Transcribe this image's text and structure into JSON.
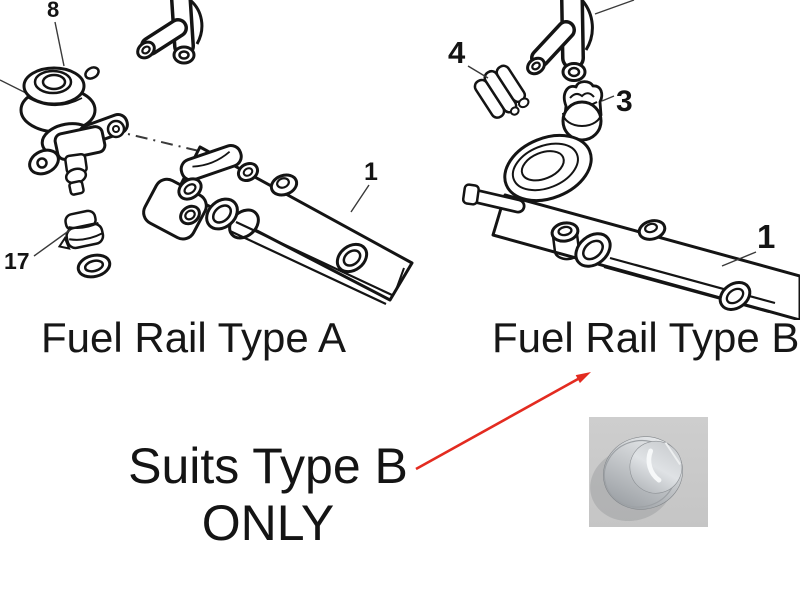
{
  "page": {
    "background": "#ffffff"
  },
  "diagrams": {
    "type_a": {
      "caption": "Fuel Rail Type A",
      "labels": {
        "regulator": "8",
        "hose_clamp": "17",
        "rail": "1"
      }
    },
    "type_b": {
      "caption": "Fuel Rail Type B",
      "labels": {
        "clamp": "4",
        "cap": "3",
        "rail": "1"
      }
    }
  },
  "annotation": {
    "line1": "Suits Type B",
    "line2": "ONLY",
    "arrow_color": "#e32b20"
  },
  "product_photo": {
    "icon": "blanking-cap-photo",
    "background": "#c9c9c9"
  },
  "art": {
    "line_color": "#141414"
  }
}
